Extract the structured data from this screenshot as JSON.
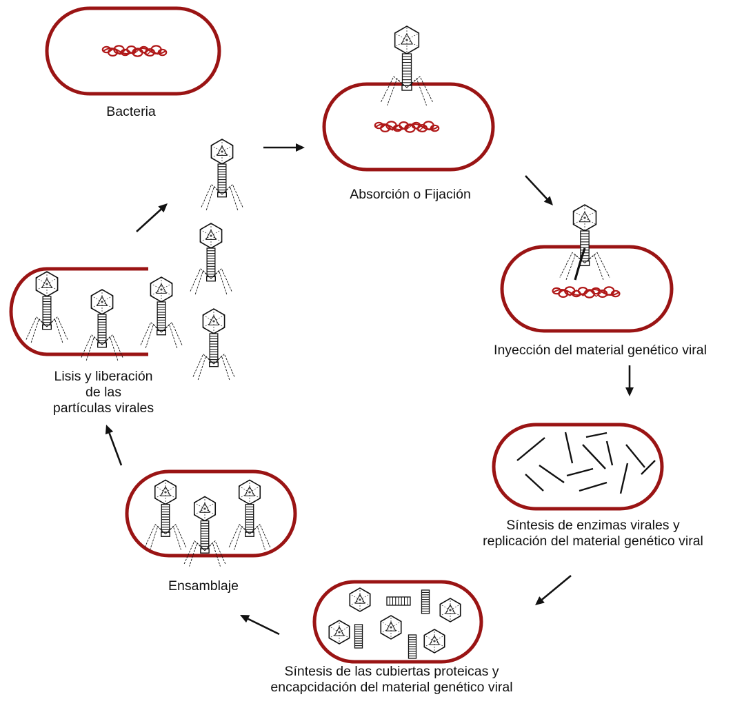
{
  "colors": {
    "cell_wall": "#9a1414",
    "dna": "#b01818",
    "ink": "#111111",
    "background": "#ffffff"
  },
  "stages": [
    {
      "id": "bacteria",
      "lines": [
        "Bacteria"
      ]
    },
    {
      "id": "absorcion",
      "lines": [
        "Absorción o Fijación"
      ]
    },
    {
      "id": "inyeccion",
      "lines": [
        "Inyección del material genético viral"
      ]
    },
    {
      "id": "sintesis-enzimas",
      "lines": [
        "Síntesis de enzimas virales y",
        "replicación del material genético viral"
      ]
    },
    {
      "id": "sintesis-cubiertas",
      "lines": [
        "Síntesis de las cubiertas proteicas y",
        "encapcidación del material genético viral"
      ]
    },
    {
      "id": "ensamblaje",
      "lines": [
        "Ensamblaje"
      ]
    },
    {
      "id": "lisis",
      "lines": [
        "Lisis y liberación",
        "de las",
        "partículas virales"
      ]
    }
  ],
  "icons": [
    "bacterium-cell-icon",
    "phage-icon",
    "viral-dna-icon",
    "arrow-icon",
    "phage-head-icon",
    "phage-tail-icon"
  ]
}
